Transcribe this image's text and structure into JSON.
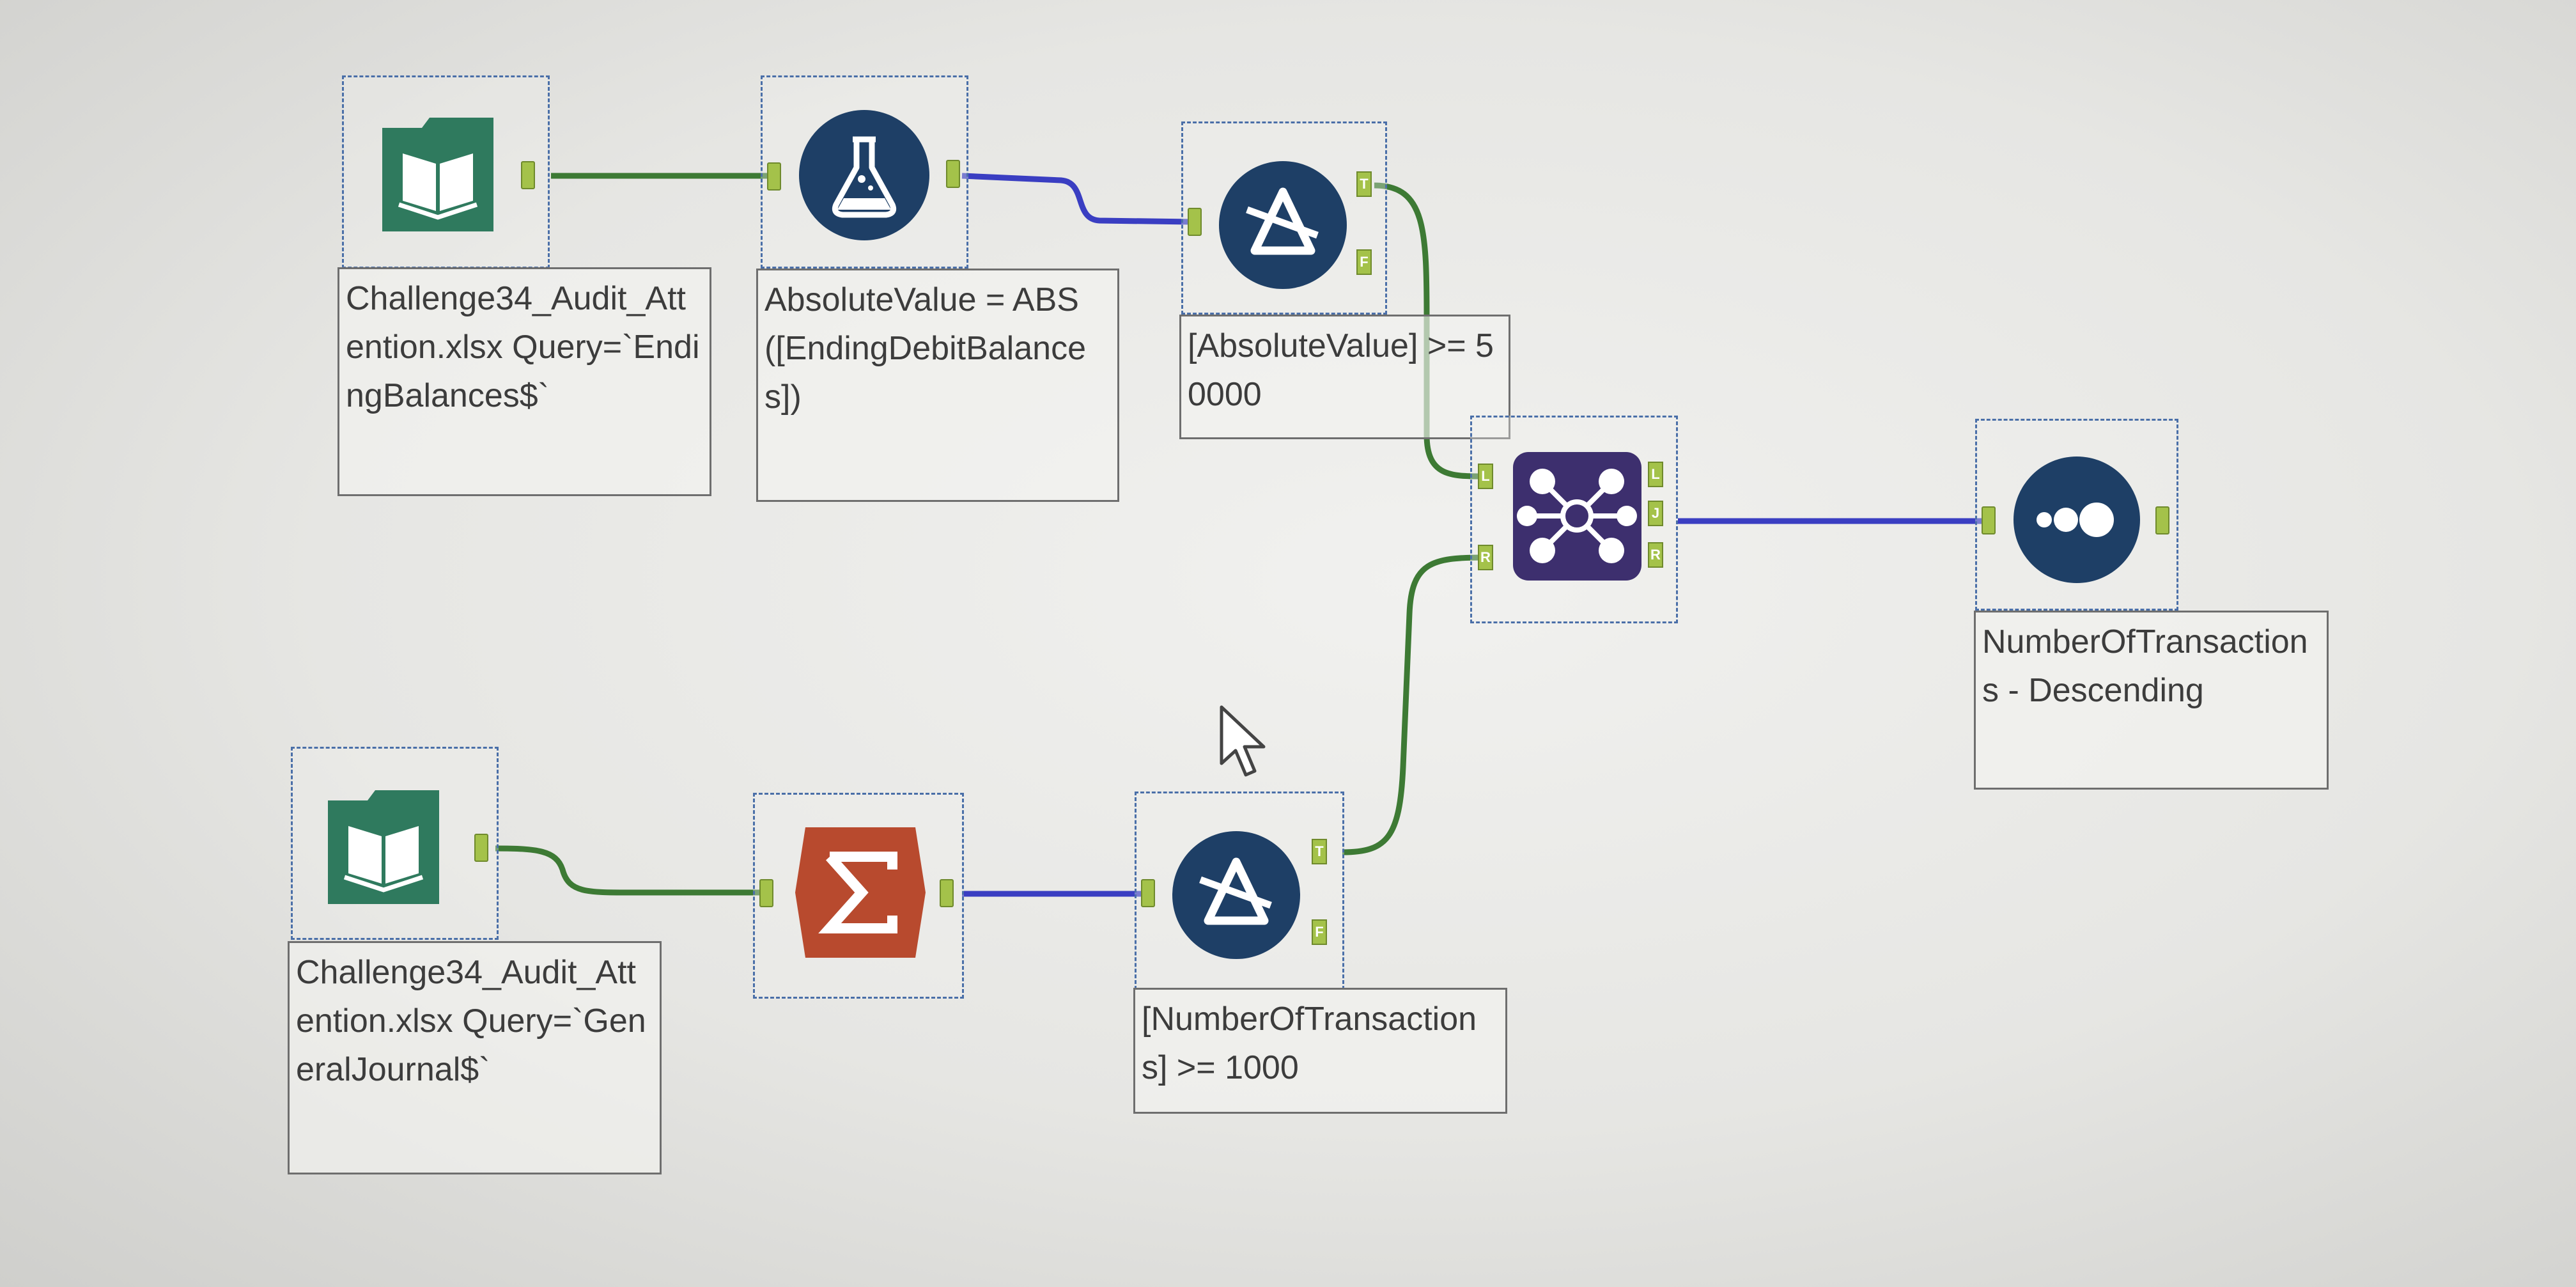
{
  "workflow": {
    "input_top": {
      "icon": "book-folder-icon",
      "annotation": "Challenge34_Audit_Attention.xlsx Query=`EndingBalances$`"
    },
    "formula": {
      "icon": "flask-icon",
      "annotation": "AbsoluteValue = ABS ([EndingDebitBalances])"
    },
    "filter_top": {
      "icon": "filter-triangle-icon",
      "annotation": "[AbsoluteValue] >= 50000",
      "true_anchor": "T",
      "false_anchor": "F"
    },
    "join": {
      "icon": "join-hub-icon",
      "in_left": "L",
      "in_right": "R",
      "out_left": "L",
      "out_join": "J",
      "out_right": "R"
    },
    "sort": {
      "icon": "sort-dots-icon",
      "annotation": "NumberOfTransactions - Descending"
    },
    "input_bottom": {
      "icon": "book-folder-icon",
      "annotation": "Challenge34_Audit_Attention.xlsx Query=`GeneralJournal$`"
    },
    "summarize": {
      "icon": "sigma-icon"
    },
    "filter_bottom": {
      "icon": "filter-triangle-icon",
      "annotation": "[NumberOfTransactions] >= 1000",
      "true_anchor": "T",
      "false_anchor": "F"
    }
  },
  "colors": {
    "canvas": "#e9e9e6",
    "input_green": "#2f7a5e",
    "formula_blue": "#1e3f66",
    "filter_blue": "#1e3f66",
    "join_purple": "#3d2f6e",
    "summarize_orange": "#b84a2e",
    "wire_green": "#3d7a34",
    "wire_blue": "#3a3ec2",
    "anchor_green": "#a4c24a"
  }
}
